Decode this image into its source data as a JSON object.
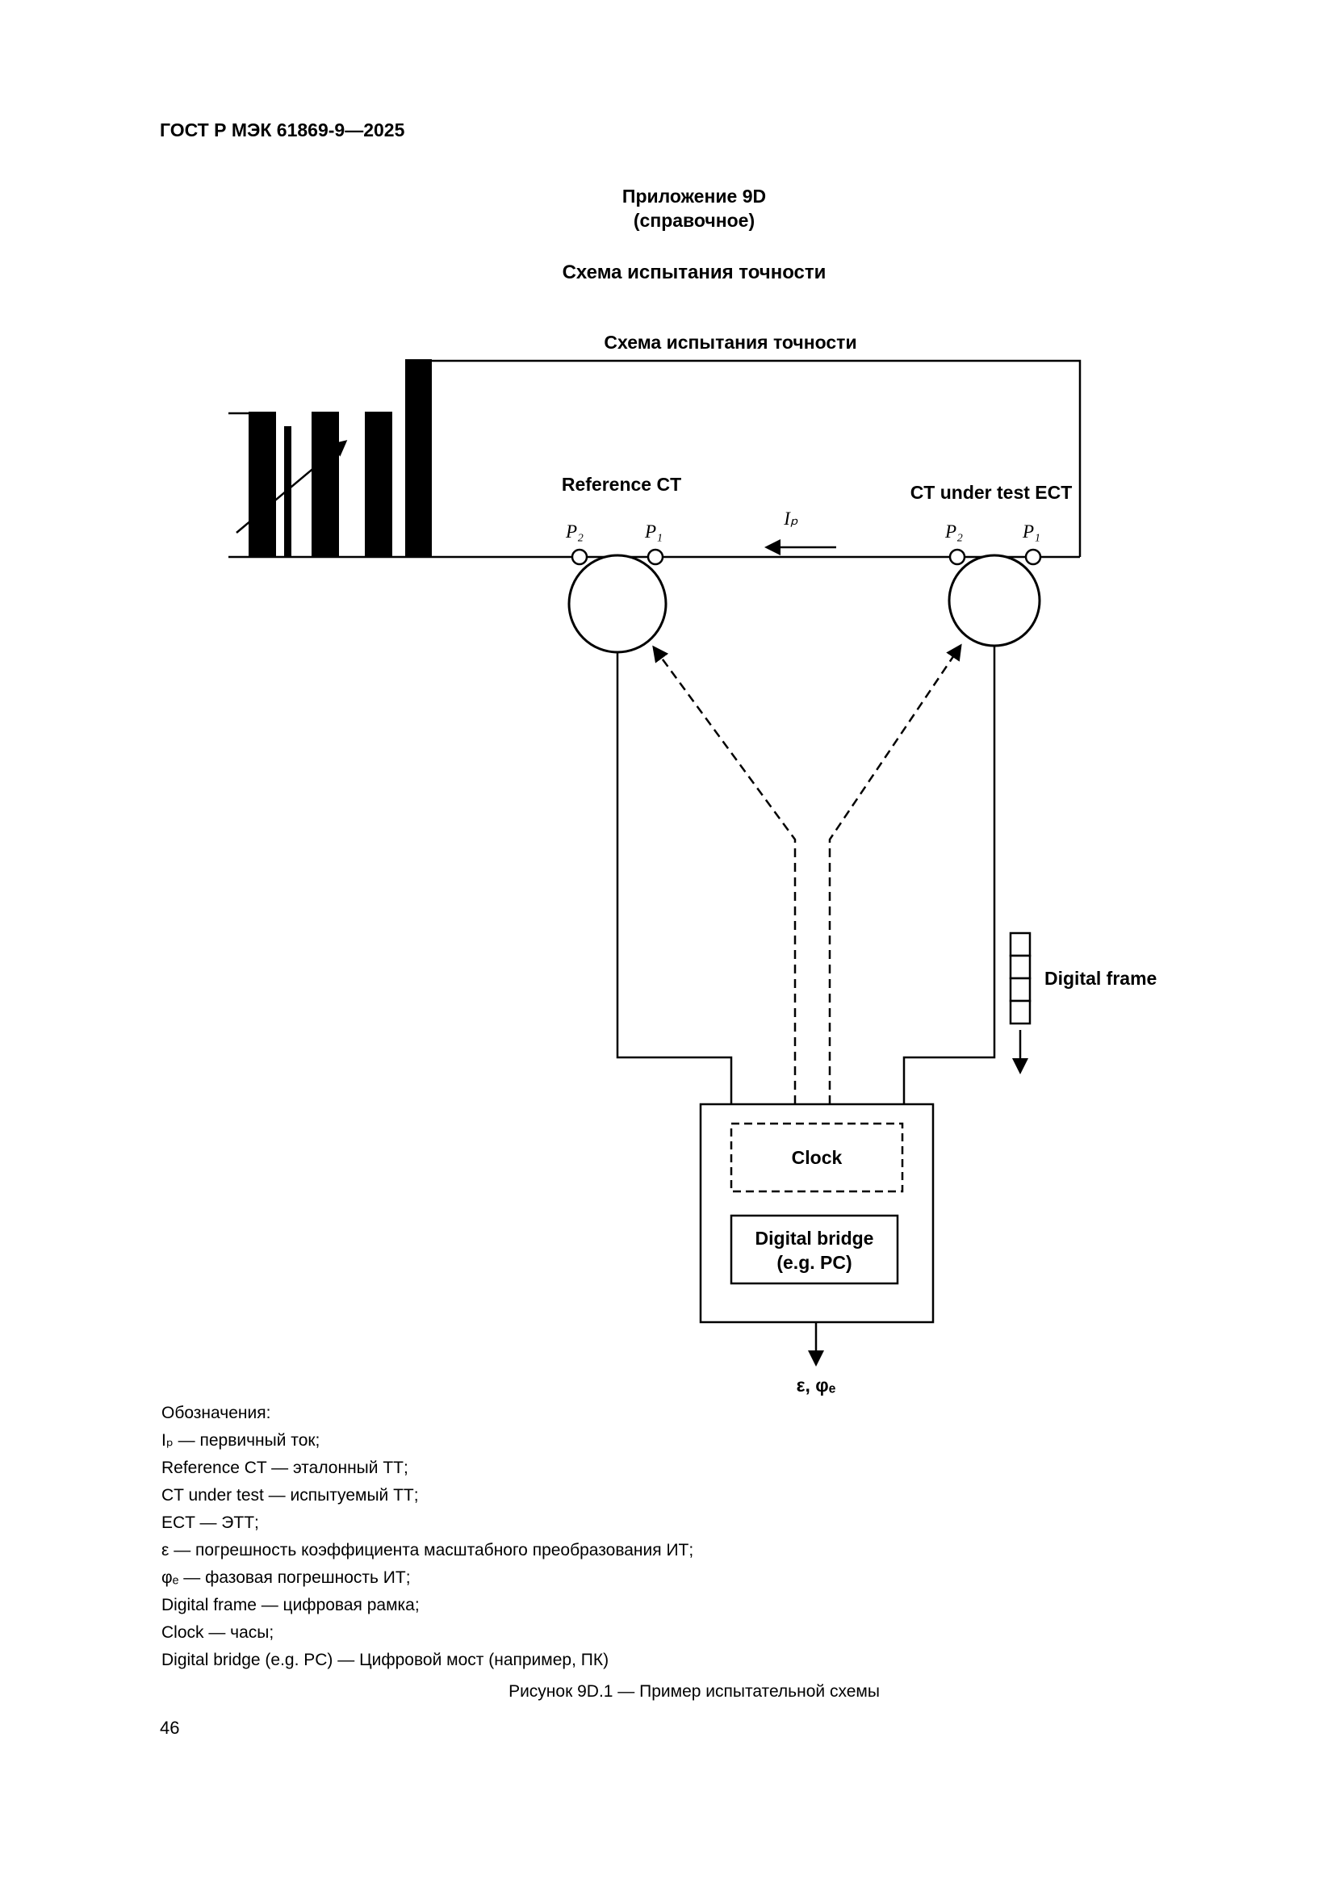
{
  "page": {
    "header": "ГОСТ Р МЭК 61869-9—2025",
    "appendix_title": "Приложение 9D",
    "appendix_subtitle": "(справочное)",
    "section_title": "Схема испытания точности",
    "figure_caption": "Рисунок 9D.1 — Пример испытательной схемы",
    "page_number": "46"
  },
  "diagram": {
    "title": "Схема испытания точности",
    "labels": {
      "reference_ct": "Reference CT",
      "ct_under_test": "CT under test ECT",
      "primary_current": "Iₚ",
      "ref_p2": "P₂",
      "ref_p1": "P₁",
      "ect_p2": "P₂",
      "ect_p1": "P₁",
      "digital_frame": "Digital frame",
      "clock": "Clock",
      "digital_bridge_line1": "Digital bridge",
      "digital_bridge_line2": "(e.g. PC)",
      "output": "ε, φₑ"
    }
  },
  "legend": {
    "heading": "Обозначения:",
    "items": [
      "Iₚ — первичный ток;",
      "Reference CT — эталонный ТТ;",
      "CT under test — испытуемый ТТ;",
      "ECT — ЭТТ;",
      "ε — погрешность коэффициента масштабного преобразования ИТ;",
      "φₑ — фазовая погрешность ИТ;",
      "Digital frame — цифровая рамка;",
      "Clock — часы;",
      "Digital bridge (e.g. PC) — Цифровой мост (например, ПК)"
    ]
  }
}
